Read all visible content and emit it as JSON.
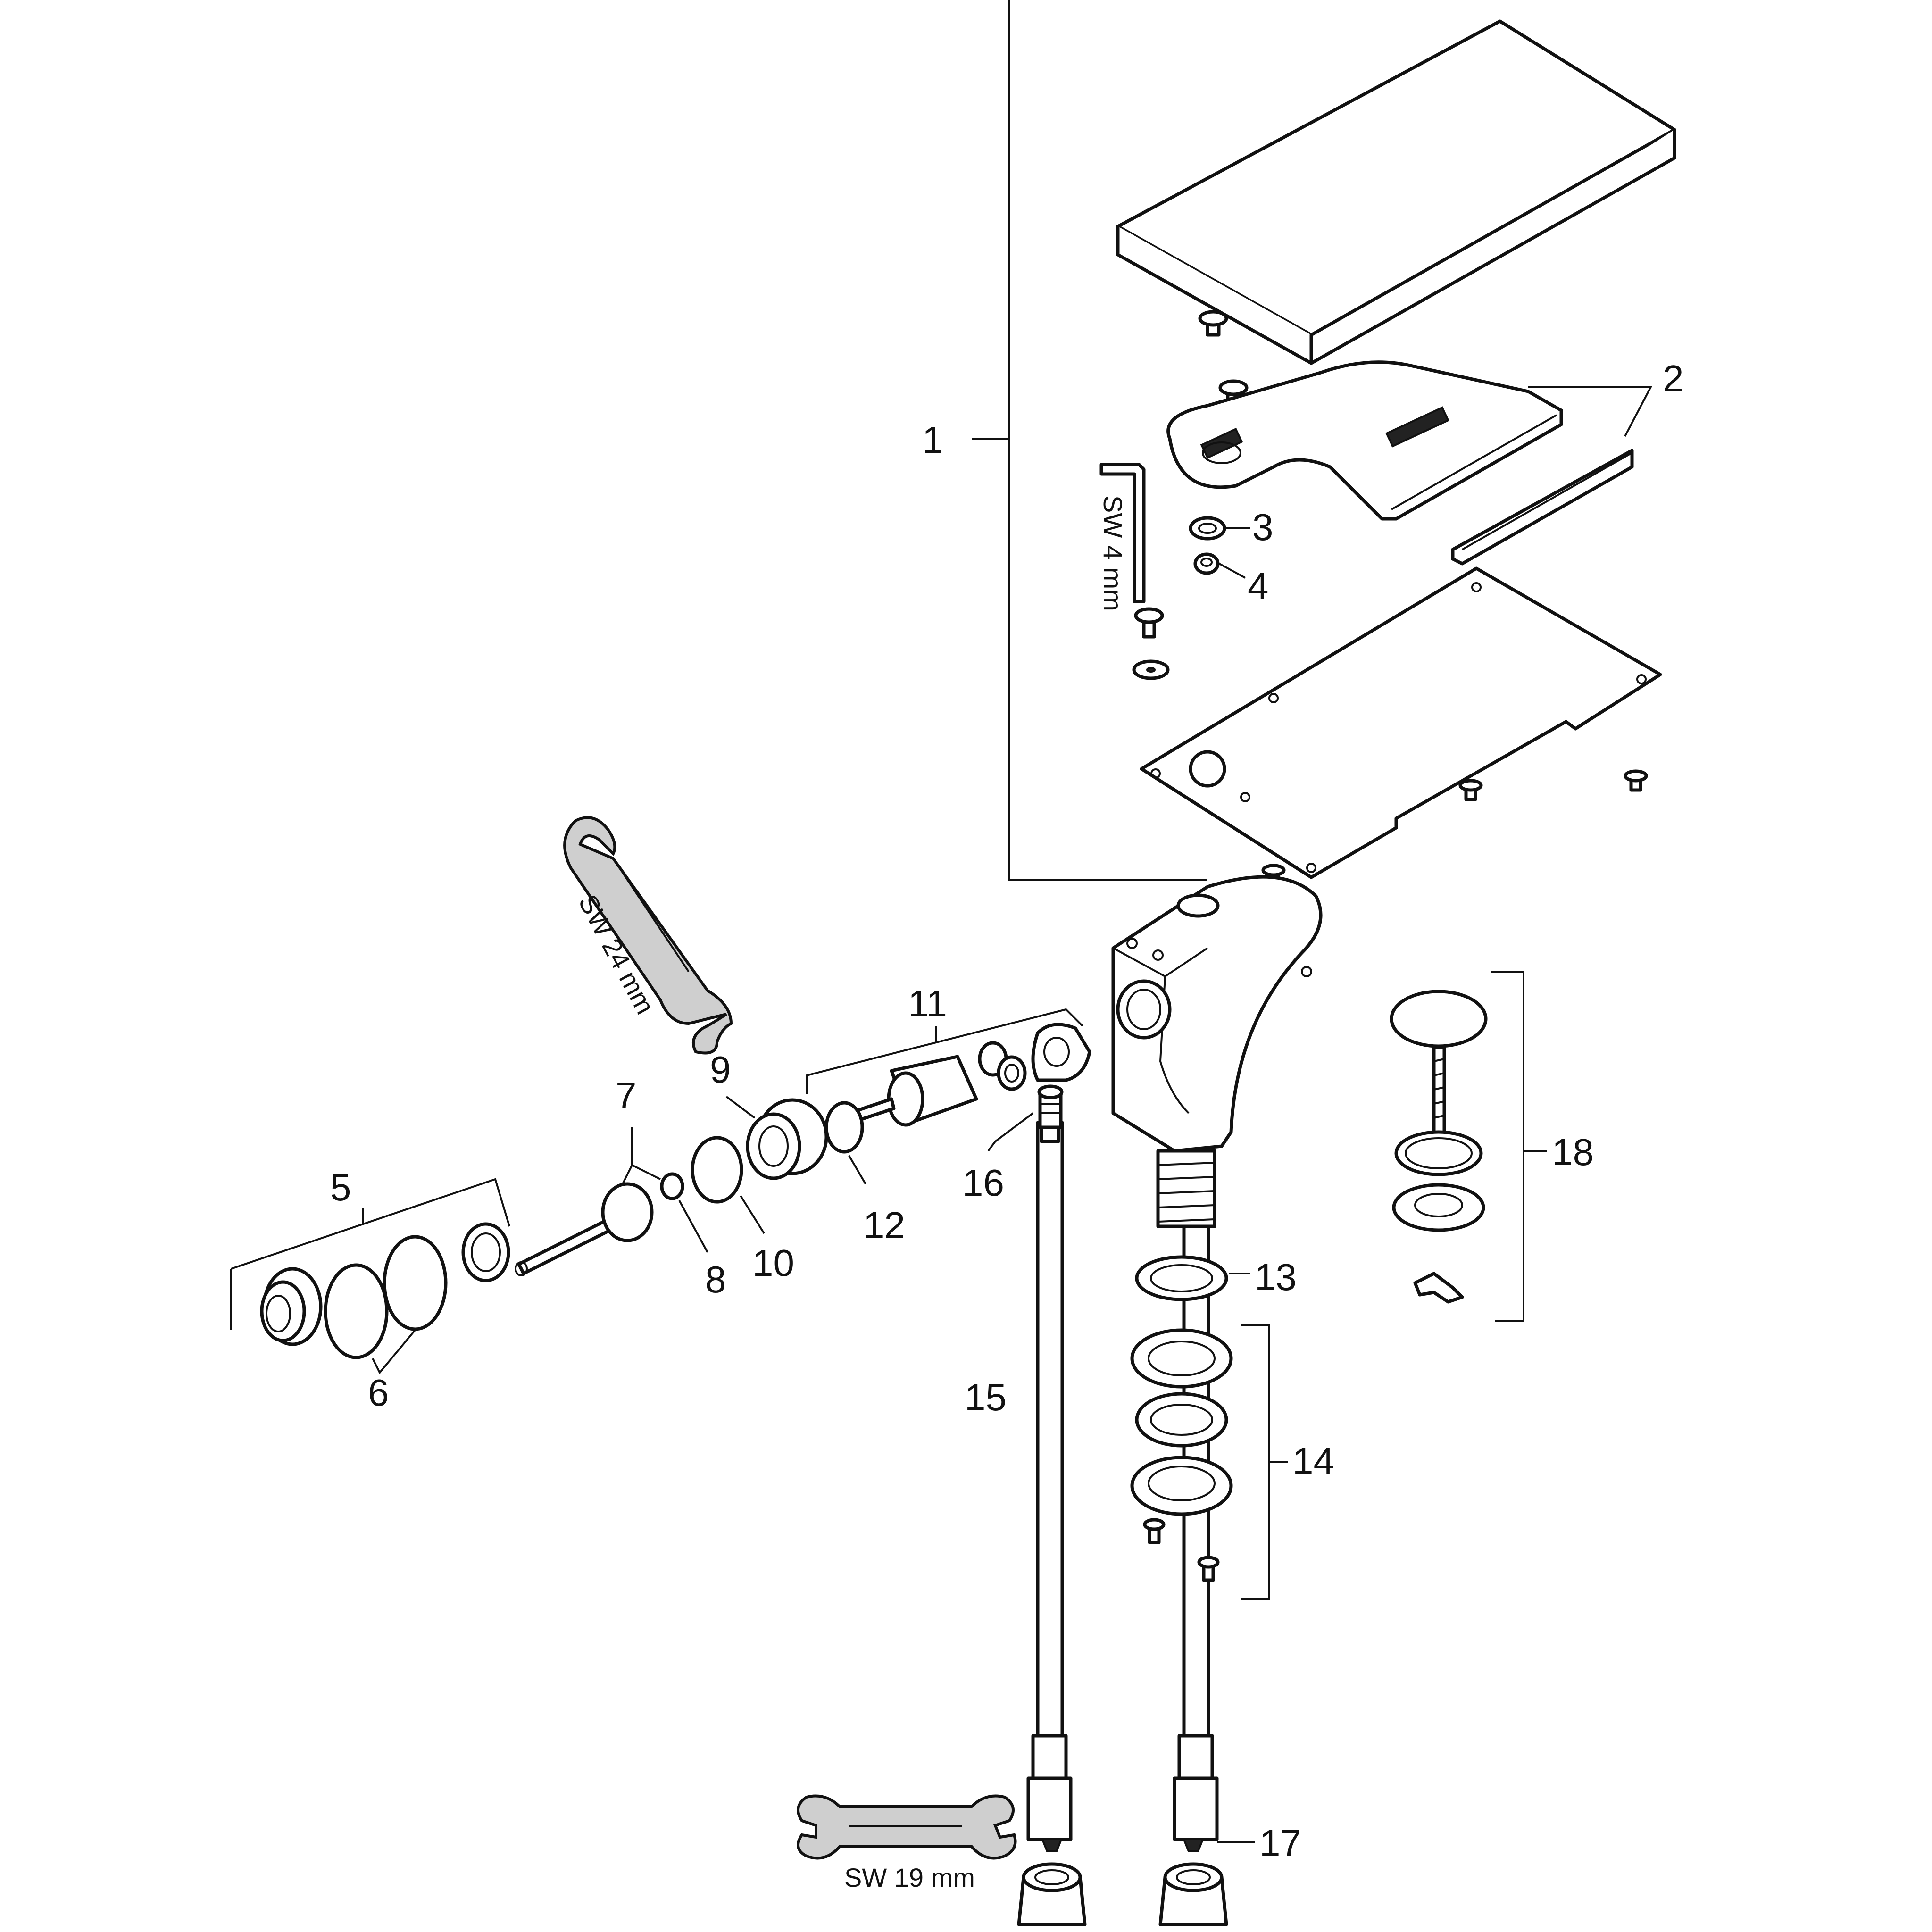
{
  "colors": {
    "line": "#111111",
    "background": "#ffffff",
    "tool_fill": "#cfcfcf"
  },
  "labels": [
    {
      "id": "1",
      "text": "1"
    },
    {
      "id": "2",
      "text": "2"
    },
    {
      "id": "3",
      "text": "3"
    },
    {
      "id": "4",
      "text": "4"
    },
    {
      "id": "5",
      "text": "5"
    },
    {
      "id": "6",
      "text": "6"
    },
    {
      "id": "7",
      "text": "7"
    },
    {
      "id": "8",
      "text": "8"
    },
    {
      "id": "9",
      "text": "9"
    },
    {
      "id": "10",
      "text": "10"
    },
    {
      "id": "11",
      "text": "11"
    },
    {
      "id": "12",
      "text": "12"
    },
    {
      "id": "13",
      "text": "13"
    },
    {
      "id": "14",
      "text": "14"
    },
    {
      "id": "15",
      "text": "15"
    },
    {
      "id": "16",
      "text": "16"
    },
    {
      "id": "17",
      "text": "17"
    },
    {
      "id": "18",
      "text": "18"
    }
  ],
  "tools": {
    "allen_key": "SW 4 mm",
    "wrench_large": "SW 24 mm",
    "wrench_small": "SW 19 mm"
  }
}
